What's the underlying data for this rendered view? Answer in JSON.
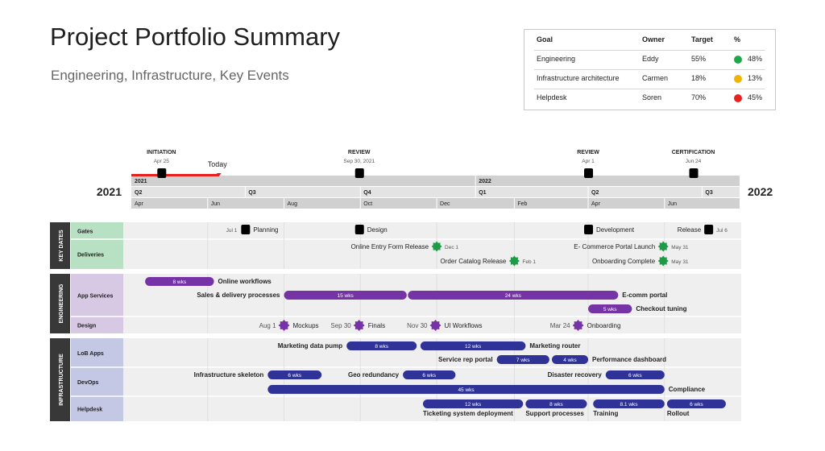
{
  "title": "Project Portfolio Summary",
  "subtitle": "Engineering, Infrastructure, Key Events",
  "goals": {
    "headers": [
      "Goal",
      "Owner",
      "Target",
      "%"
    ],
    "rows": [
      {
        "goal": "Engineering",
        "owner": "Eddy",
        "target": "55%",
        "pct": "48%",
        "status_color": "#1fa84a"
      },
      {
        "goal": "Infrastructure architecture",
        "owner": "Carmen",
        "target": "18%",
        "pct": "13%",
        "status_color": "#f0b400"
      },
      {
        "goal": "Helpdesk",
        "owner": "Soren",
        "target": "70%",
        "pct": "45%",
        "status_color": "#e8211e"
      }
    ]
  },
  "chart_data": {
    "type": "gantt",
    "year_start_label": "2021",
    "year_end_label": "2022",
    "today_label": "Today",
    "today_date": "2021-06-10",
    "range": [
      "2021-04-01",
      "2022-07-31"
    ],
    "year_bands": [
      {
        "label": "2021",
        "start": "2021-04-01"
      },
      {
        "label": "2022",
        "start": "2022-01-01"
      }
    ],
    "quarters": [
      {
        "label": "Q2",
        "start": "2021-04-01"
      },
      {
        "label": "Q3",
        "start": "2021-07-01"
      },
      {
        "label": "Q4",
        "start": "2021-10-01"
      },
      {
        "label": "Q1",
        "start": "2022-01-01"
      },
      {
        "label": "Q2",
        "start": "2022-04-01"
      },
      {
        "label": "Q3",
        "start": "2022-07-01"
      }
    ],
    "months": [
      {
        "label": "Apr",
        "start": "2021-04-01"
      },
      {
        "label": "Jun",
        "start": "2021-06-01"
      },
      {
        "label": "Aug",
        "start": "2021-08-01"
      },
      {
        "label": "Oct",
        "start": "2021-10-01"
      },
      {
        "label": "Dec",
        "start": "2021-12-01"
      },
      {
        "label": "Feb",
        "start": "2022-02-01"
      },
      {
        "label": "Apr",
        "start": "2022-04-01"
      },
      {
        "label": "Jun",
        "start": "2022-06-01"
      }
    ],
    "milestones": [
      {
        "label": "INITIATION",
        "date_label": "Apr 25",
        "date": "2021-04-25"
      },
      {
        "label": "REVIEW",
        "date_label": "Sep 30, 2021",
        "date": "2021-09-30"
      },
      {
        "label": "REVIEW",
        "date_label": "Apr 1",
        "date": "2022-04-01"
      },
      {
        "label": "CERTIFICATION",
        "date_label": "Jun 24",
        "date": "2022-06-24"
      }
    ],
    "sections": [
      {
        "name": "KEY DATES",
        "color": "#b8e0c2",
        "rows": [
          {
            "name": "Gates",
            "items": [
              {
                "kind": "gate",
                "date": "2021-07-01",
                "date_label": "Jul 1",
                "label": "Planning",
                "label_side": "right",
                "date_side": "left"
              },
              {
                "kind": "gate",
                "date": "2021-09-30",
                "date_label": "",
                "label": "Design",
                "label_side": "right"
              },
              {
                "kind": "gate",
                "date": "2022-04-01",
                "date_label": "",
                "label": "Development",
                "label_side": "right"
              },
              {
                "kind": "gate",
                "date": "2022-07-06",
                "date_label": "Jul 6",
                "label": "Release",
                "label_side": "left",
                "date_side": "right"
              }
            ]
          },
          {
            "name": "Deliveries",
            "items": [
              {
                "kind": "delivery",
                "date": "2021-12-01",
                "date_label": "Dec 1",
                "label": "Online Entry Form Release",
                "lane": 0
              },
              {
                "kind": "delivery",
                "date": "2022-02-01",
                "date_label": "Feb 1",
                "label": "Order Catalog Release",
                "lane": 1
              },
              {
                "kind": "delivery",
                "date": "2022-05-31",
                "date_label": "May 31",
                "label": "E- Commerce Portal Launch",
                "lane": 0
              },
              {
                "kind": "delivery",
                "date": "2022-05-31",
                "date_label": "May 31",
                "label": "Onboarding Complete",
                "lane": 1
              }
            ]
          }
        ]
      },
      {
        "name": "ENGINEERING",
        "color": "#d7c8e3",
        "rows": [
          {
            "name": "App Services",
            "items": [
              {
                "kind": "task",
                "start": "2021-04-12",
                "end": "2021-06-06",
                "duration": "8 wks",
                "label": "Online workflows",
                "label_side": "right",
                "lane": 0
              },
              {
                "kind": "task",
                "start": "2021-08-01",
                "end": "2021-11-07",
                "duration": "15 wks",
                "label": "Sales & delivery processes",
                "label_side": "left",
                "lane": 1
              },
              {
                "kind": "task",
                "start": "2021-11-08",
                "end": "2022-04-25",
                "duration": "24 wks",
                "label": "E-comm portal",
                "label_side": "right",
                "lane": 1
              },
              {
                "kind": "task",
                "start": "2022-04-01",
                "end": "2022-05-06",
                "duration": "5 wks",
                "label": "Checkout tuning",
                "label_side": "right",
                "lane": 2
              }
            ]
          },
          {
            "name": "Design",
            "items": [
              {
                "kind": "event",
                "date": "2021-08-01",
                "date_label": "Aug 1",
                "label": "Mockups"
              },
              {
                "kind": "event",
                "date": "2021-09-30",
                "date_label": "Sep 30",
                "label": "Finals"
              },
              {
                "kind": "event",
                "date": "2021-11-30",
                "date_label": "Nov 30",
                "label": "UI Workflows"
              },
              {
                "kind": "event",
                "date": "2022-03-24",
                "date_label": "Mar 24",
                "label": "Onboarding"
              }
            ]
          }
        ]
      },
      {
        "name": "INFRASTRUCTURE",
        "color": "#c4c8e4",
        "rows": [
          {
            "name": "LoB Apps",
            "items": [
              {
                "kind": "task",
                "start": "2021-09-20",
                "end": "2021-11-15",
                "duration": "8 wks",
                "label": "Marketing data pump",
                "label_side": "left",
                "lane": 0
              },
              {
                "kind": "task",
                "start": "2021-11-18",
                "end": "2022-02-10",
                "duration": "12 wks",
                "label": "Marketing router",
                "label_side": "right",
                "lane": 0
              },
              {
                "kind": "task",
                "start": "2022-01-18",
                "end": "2022-03-01",
                "duration": "7 wks",
                "label": "Service rep portal",
                "label_side": "left",
                "lane": 1
              },
              {
                "kind": "task",
                "start": "2022-03-03",
                "end": "2022-04-01",
                "duration": "4 wks",
                "label": "Performance dashboard",
                "label_side": "right",
                "lane": 1
              }
            ]
          },
          {
            "name": "DevOps",
            "items": [
              {
                "kind": "task",
                "start": "2021-07-19",
                "end": "2021-08-31",
                "duration": "6 wks",
                "label": "Infrastructure skeleton",
                "label_side": "left",
                "lane": 0
              },
              {
                "kind": "task",
                "start": "2021-11-04",
                "end": "2021-12-16",
                "duration": "6 wks",
                "label": "Geo redundancy",
                "label_side": "left",
                "lane": 0
              },
              {
                "kind": "task",
                "start": "2022-04-15",
                "end": "2022-06-01",
                "duration": "6 wks",
                "label": "Disaster recovery",
                "label_side": "left",
                "lane": 0
              },
              {
                "kind": "task",
                "start": "2021-07-19",
                "end": "2022-06-01",
                "duration": "45 wks",
                "label": "Compliance",
                "label_side": "right",
                "lane": 1
              }
            ]
          },
          {
            "name": "Helpdesk",
            "items": [
              {
                "kind": "task",
                "start": "2021-11-20",
                "end": "2022-02-08",
                "duration": "12 wks",
                "label": "Ticketing system deployment",
                "label_side": "below",
                "lane": 0
              },
              {
                "kind": "task",
                "start": "2022-02-10",
                "end": "2022-03-31",
                "duration": "8 wks",
                "label": "Support processes",
                "label_side": "below",
                "lane": 0
              },
              {
                "kind": "task",
                "start": "2022-04-05",
                "end": "2022-06-01",
                "duration": "8.1 wks",
                "label": "Training",
                "label_side": "below",
                "lane": 0
              },
              {
                "kind": "task",
                "start": "2022-06-03",
                "end": "2022-07-20",
                "duration": "6 wks",
                "label": "Rollout",
                "label_side": "below",
                "lane": 0
              }
            ]
          }
        ]
      }
    ]
  },
  "colors": {
    "engineering_bar": "#7533a5",
    "infrastructure_bar": "#2f3397",
    "gate": "#000000",
    "delivery": "#1f9a46",
    "event": "#7533a5",
    "today": "#e8211e",
    "scale_band": "#d0d0d0",
    "row_bg": "#efefef"
  }
}
